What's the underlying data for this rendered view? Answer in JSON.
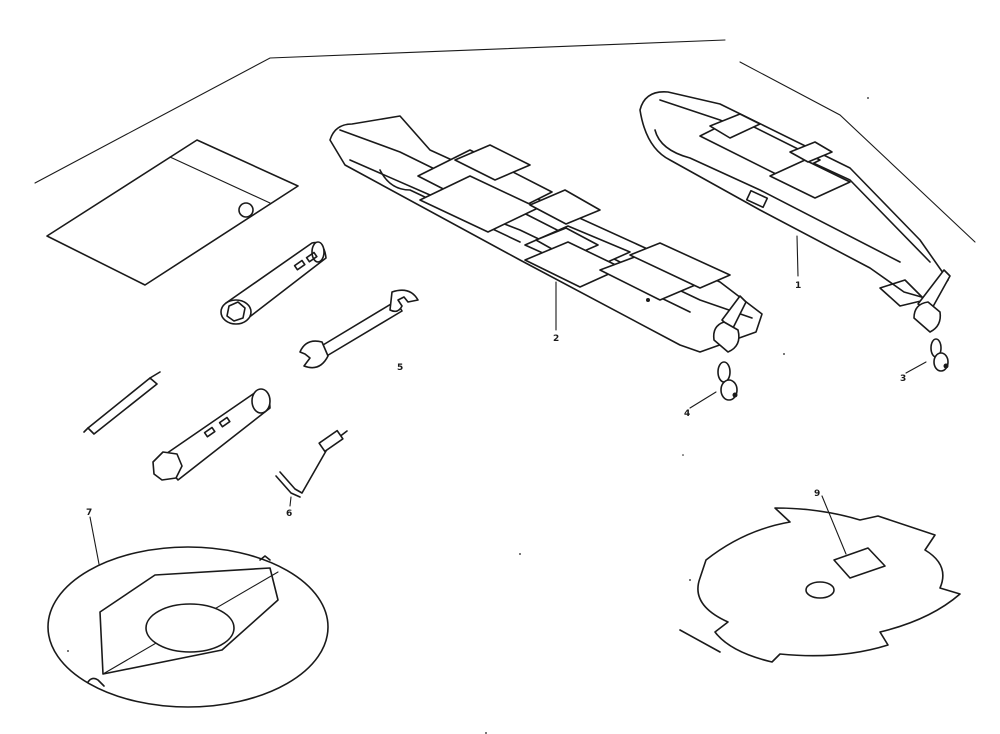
{
  "callouts": {
    "guard_2": "2",
    "guard_1": "1",
    "clip_3": "3",
    "clip_4": "4",
    "wrench_5": "5",
    "allen_key_6": "6",
    "shield_7": "7",
    "blade_9": "9"
  }
}
